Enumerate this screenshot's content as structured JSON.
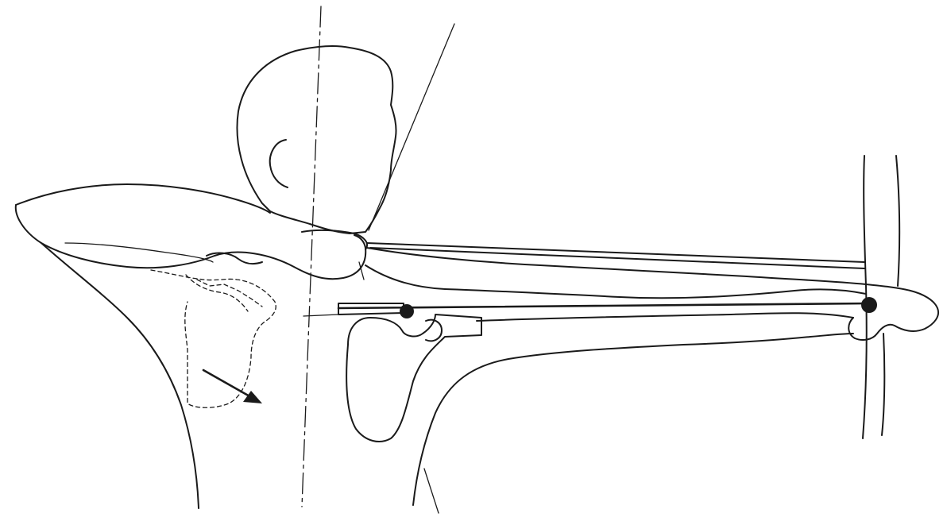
{
  "figure": {
    "colors": {
      "ink": "#1a1a1a",
      "background": "#ffffff"
    },
    "parts": [
      "archer-head",
      "archer-ear",
      "drawing-arm",
      "bow-arm",
      "back-outline",
      "scapula-dashed",
      "movement-arrow",
      "arrow-shaft",
      "bow",
      "bowstring",
      "vertical-center-line",
      "draw-alignment-line"
    ]
  }
}
